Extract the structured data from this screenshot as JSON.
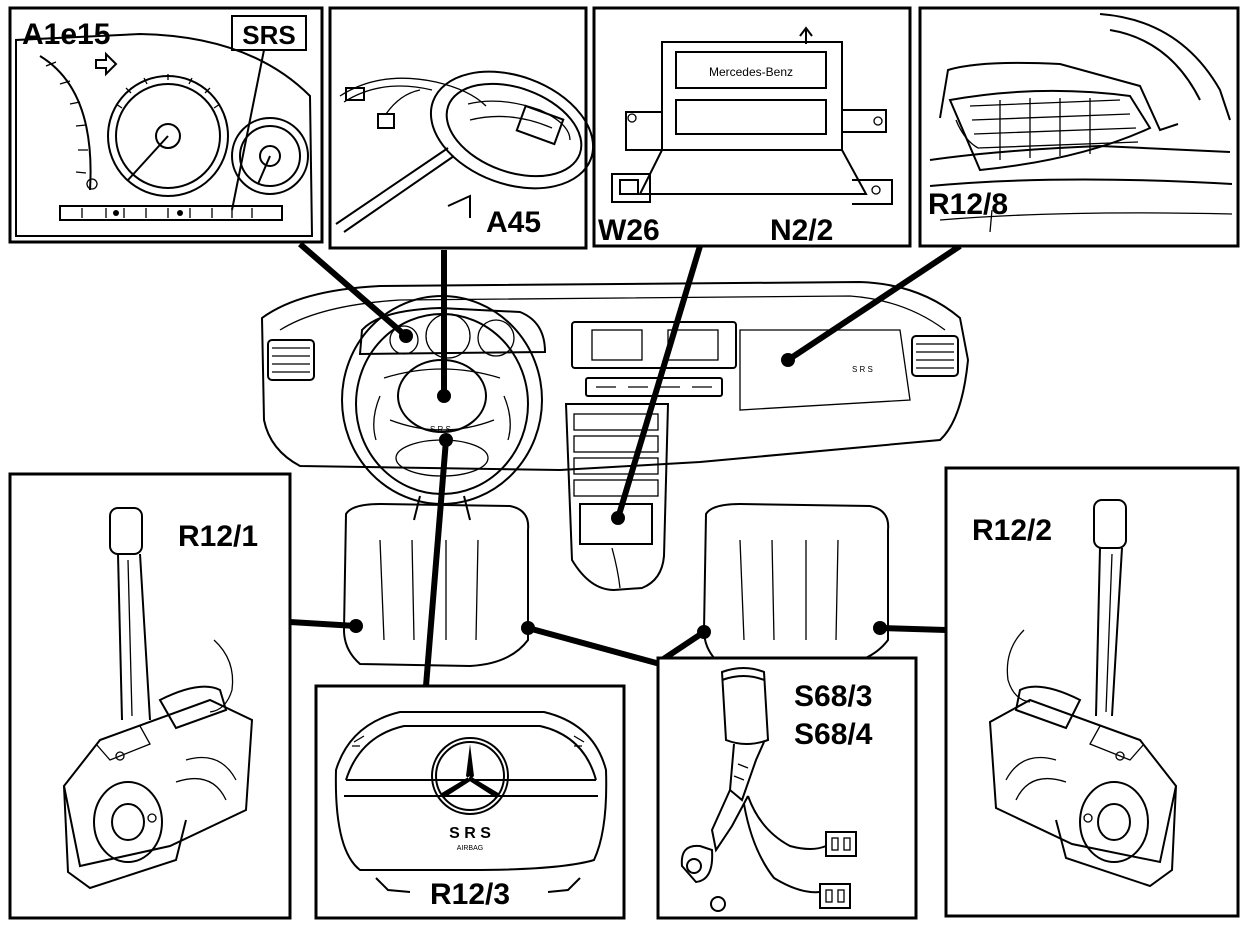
{
  "labels": {
    "a1e15": "A1e15",
    "srs_badge": "SRS",
    "a45": "A45",
    "w26": "W26",
    "n2_2": "N2/2",
    "mercedes_benz": "Mercedes-Benz",
    "r12_8": "R12/8",
    "r12_1": "R12/1",
    "r12_2": "R12/2",
    "r12_3": "R12/3",
    "s68_3": "S68/3",
    "s68_4": "S68/4",
    "srs_cover": "S R S",
    "airbag_cover": "AIRBAG",
    "srs_wheel": "S R S",
    "srs_dash": "S R S"
  },
  "colors": {
    "ink": "#000000",
    "paper": "#ffffff"
  }
}
